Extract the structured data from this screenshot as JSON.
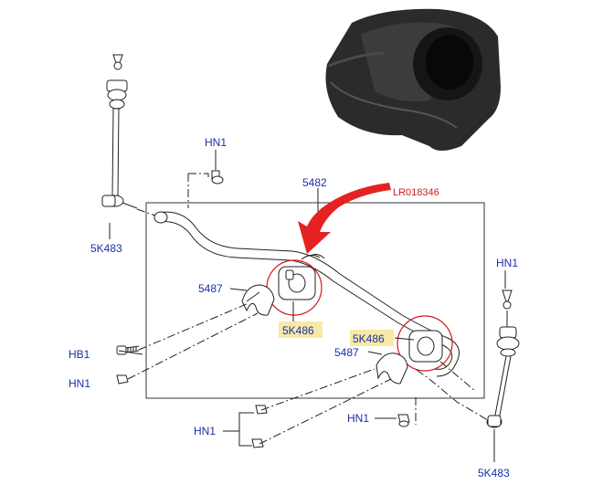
{
  "labels": {
    "top_link_nut": "HN1",
    "bar_ref": "5482",
    "photo_ref": "LR018346",
    "left_link": "5K483",
    "left_bracket": "5487",
    "left_bush": "5K486",
    "bolt": "HB1",
    "left_nut": "HN1",
    "right_link_nut": "HN1",
    "right_bush": "5K486",
    "right_bracket": "5487",
    "bottom_nut_left": "HN1",
    "bottom_nut_right": "HN1",
    "right_link": "5K483"
  },
  "colors": {
    "callout": "#1a2fa8",
    "highlight_box": "#f7e9a6",
    "circle_marker": "#d21a1a",
    "arrow": "#e52222"
  },
  "icons": {
    "arrow": "red-curved-arrow",
    "photo": "rubber-bush-photo"
  }
}
